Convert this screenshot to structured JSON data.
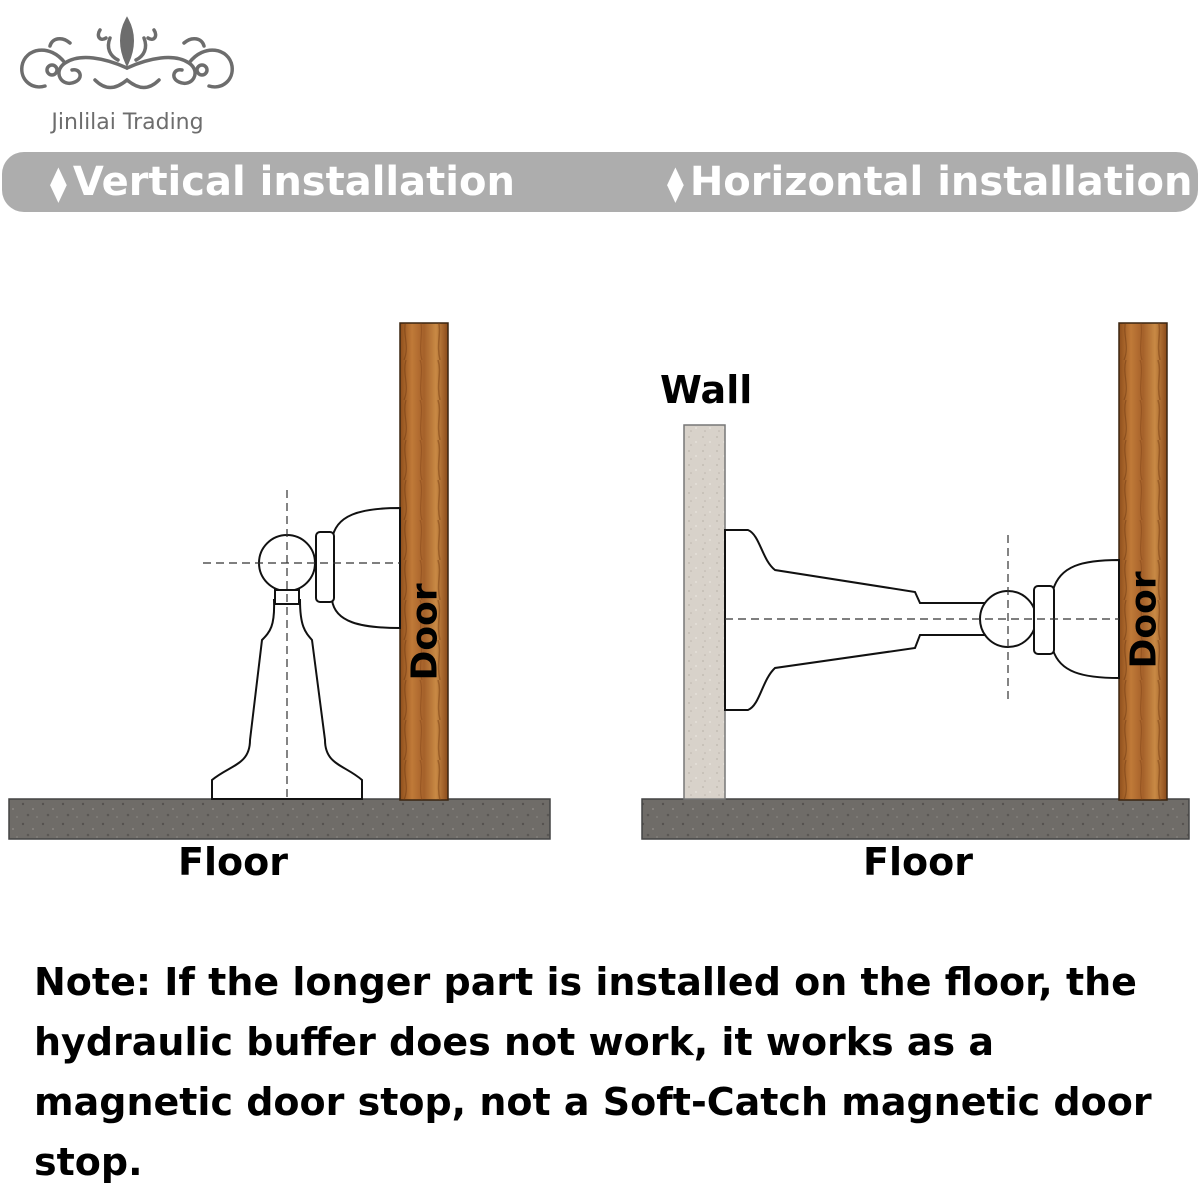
{
  "logo": {
    "text": "Jinlilai Trading",
    "icon": "ornament-icon"
  },
  "banner": {
    "left_label": "Vertical installation",
    "right_label": "Horizontal installation",
    "bullet": "⧫"
  },
  "vertical": {
    "door_label": "Door",
    "floor_label": "Floor"
  },
  "horizontal": {
    "wall_label": "Wall",
    "door_label": "Door",
    "floor_label": "Floor"
  },
  "note": "Note: If the longer part is installed on the floor, the hydraulic buffer does not work, it works as a magnetic door stop, not a Soft-Catch magnetic door stop.",
  "colors": {
    "banner": "#adadad",
    "door_wood": "#b06a2c",
    "floor_concrete": "#6e6b67",
    "wall_plaster": "#d9d3cb"
  }
}
